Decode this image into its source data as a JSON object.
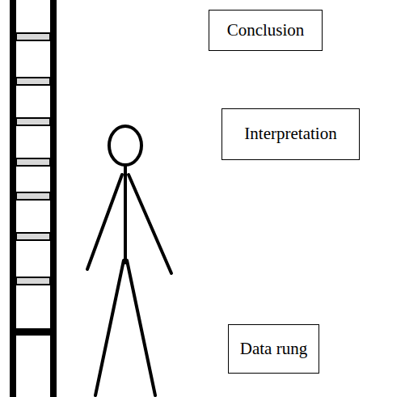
{
  "diagram": {
    "nodes": [
      {
        "text": [
          "Conclusion"
        ]
      },
      {
        "text": [
          "Interpretation"
        ]
      },
      {
        "text": [
          "Data rung"
        ]
      }
    ]
  }
}
